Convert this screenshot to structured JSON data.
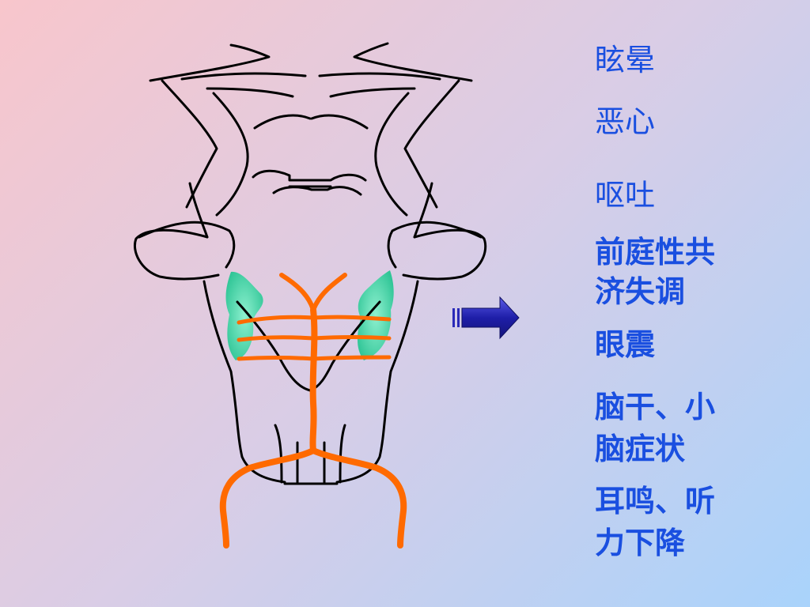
{
  "colors": {
    "outline": "#000000",
    "artery": "#ff6a00",
    "nuclei": "#49dca8",
    "text": "#1a4fe0",
    "arrow": "#2a2ab8"
  },
  "symptoms": [
    {
      "lines": [
        "眩晕"
      ]
    },
    {
      "lines": [
        "恶心"
      ]
    },
    {
      "lines": [
        "呕吐"
      ]
    },
    {
      "lines": [
        "前庭性共",
        "济失调"
      ]
    },
    {
      "lines": [
        "眼震"
      ]
    },
    {
      "lines": [
        "脑干、小",
        "脑症状"
      ]
    },
    {
      "lines": [
        "耳鸣、听",
        "力下降"
      ]
    }
  ]
}
